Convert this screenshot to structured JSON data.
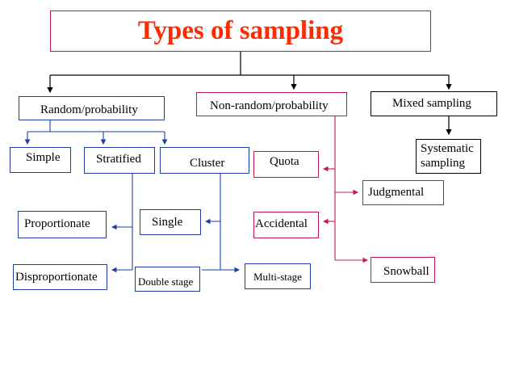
{
  "title": "Types of sampling",
  "colors": {
    "title_text": "#ff2a00",
    "pink_lines": "#c2185b",
    "blue_lines": "#1f3da6",
    "black_lines": "#000000"
  },
  "nodes": {
    "random": "Random/probability",
    "nonrandom": "Non-random/probability",
    "mixed": "Mixed sampling",
    "simple": "Simple",
    "stratified": "Stratified",
    "cluster": "Cluster",
    "proportionate": "Proportionate",
    "disproportionate": "Disproportionate",
    "single": "Single",
    "double_stage": "Double stage",
    "multi_stage": "Multi-stage",
    "quota": "Quota",
    "accidental": "Accidental",
    "judgmental": "Judgmental",
    "snowball": "Snowball",
    "systematic_line1": "Systematic",
    "systematic_line2": "sampling"
  }
}
